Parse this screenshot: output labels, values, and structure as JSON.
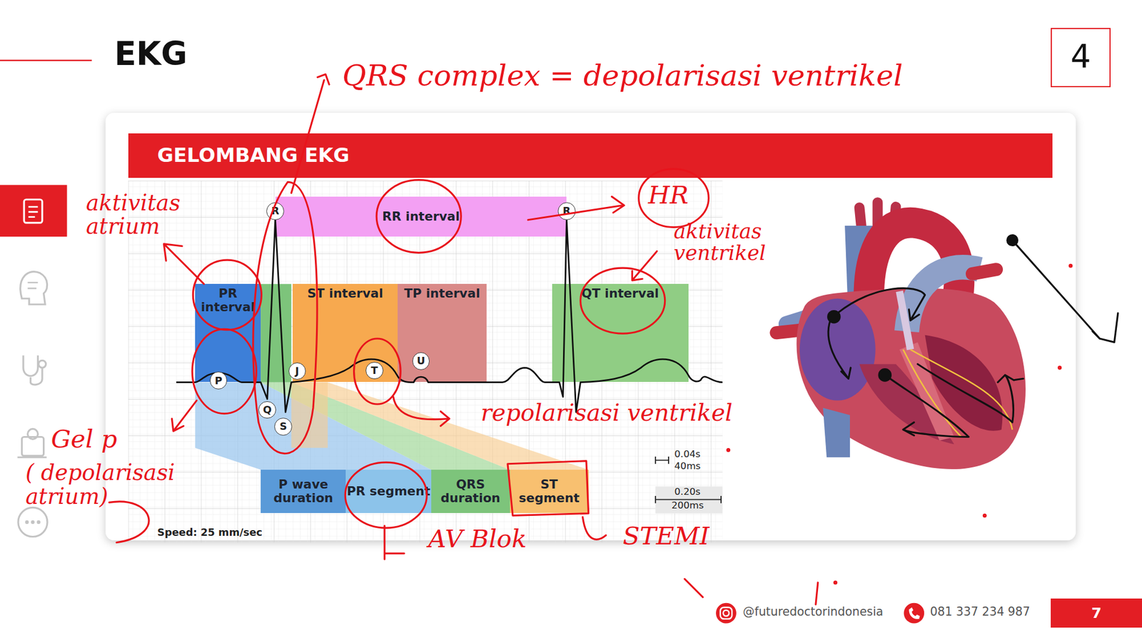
{
  "diagram": {
    "title": "EKG",
    "nodes": [
      {
        "text": [
          "4"
        ]
      },
      {
        "text": [
          "GELOMBANG EKG"
        ]
      },
      {
        "text": [
          "R"
        ]
      },
      {
        "text": [
          "RR interval"
        ]
      },
      {
        "text": [
          "R"
        ]
      },
      {
        "text": [
          "PR interval"
        ]
      },
      {
        "text": [
          "ST interval"
        ]
      },
      {
        "text": [
          "TP interval"
        ]
      },
      {
        "text": [
          "QT interval"
        ]
      },
      {
        "text": [
          "J"
        ]
      },
      {
        "text": [
          "P"
        ]
      },
      {
        "text": [
          "T"
        ]
      },
      {
        "text": [
          "U"
        ]
      },
      {
        "text": [
          "Q"
        ]
      },
      {
        "text": [
          "S"
        ]
      },
      {
        "text": [
          "P wave duration"
        ]
      },
      {
        "text": [
          "PR segment"
        ]
      },
      {
        "text": [
          "QRS duration"
        ]
      },
      {
        "text": [
          "ST segment"
        ]
      },
      {
        "text": [
          "7"
        ]
      }
    ],
    "labels": [
      "QRS complex = depolarisasi ventrikel",
      "aktivitas atrium",
      "HR",
      "aktivitas ventrikel",
      "repolarisasi ventrikel",
      "Gel p",
      "( depolarisasi atrium)",
      "AV Blok",
      "STEMI",
      "0.04s",
      "40ms",
      "0.20s",
      "200ms",
      "Speed: 25 mm/sec",
      "@futuredoctorindonesia",
      "081 337 234 987"
    ]
  }
}
